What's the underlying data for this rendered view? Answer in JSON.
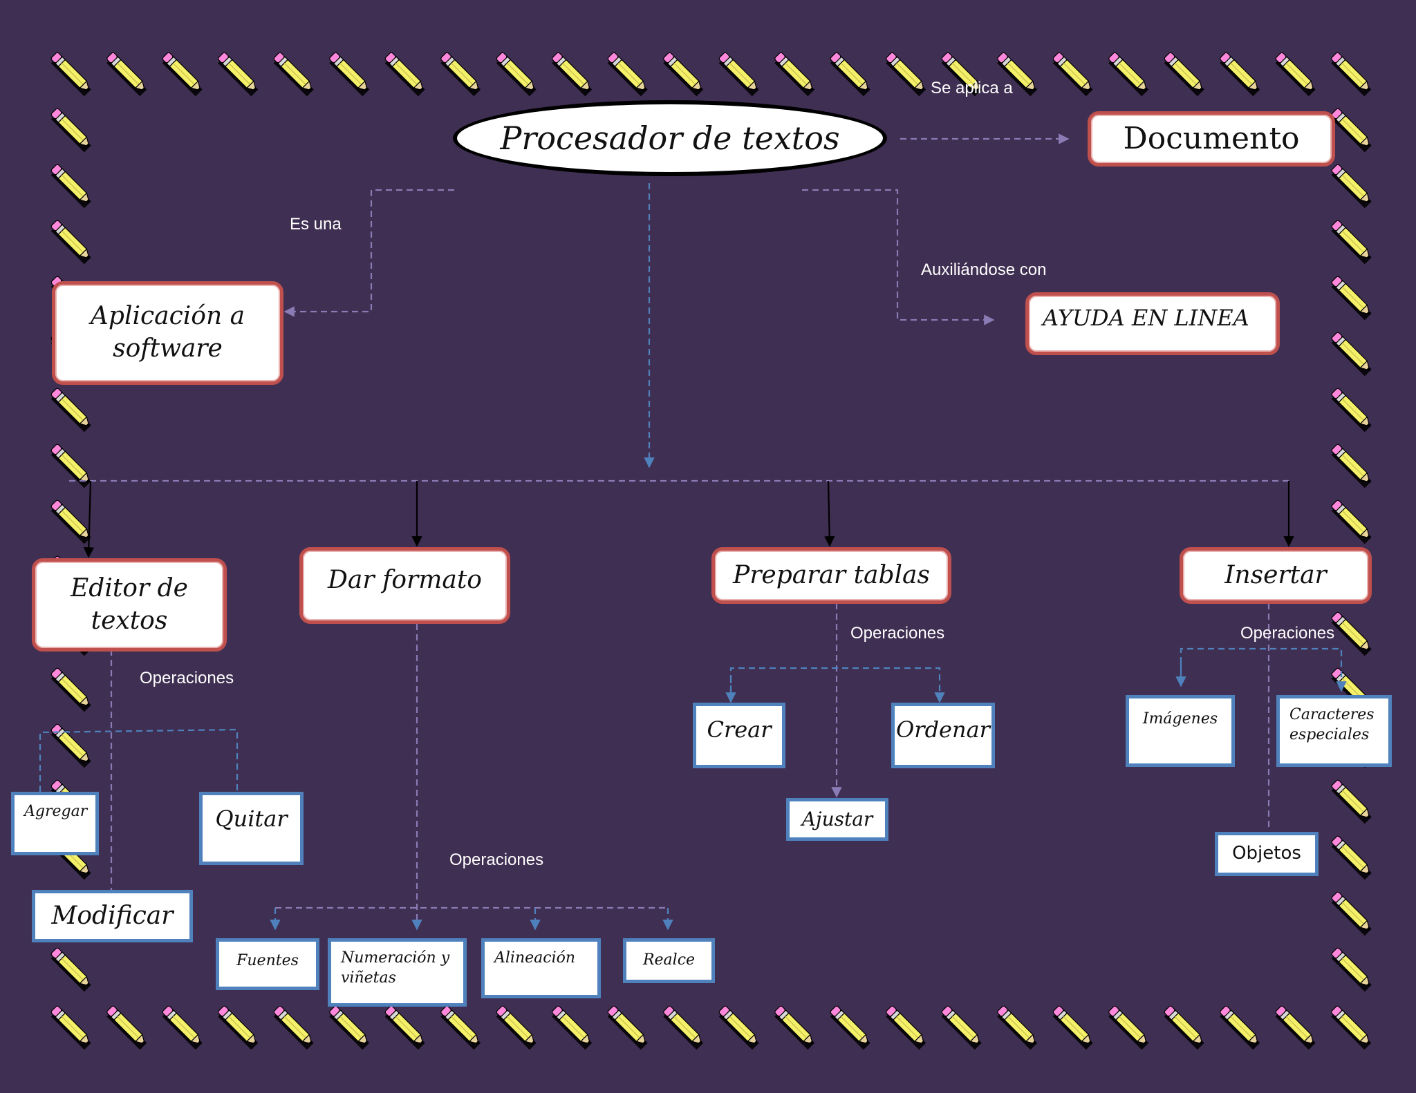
{
  "colors": {
    "background": "#3f2f52",
    "node_border_red": "#c0504d",
    "node_border_blue": "#4f81bd",
    "connector_purple": "#8b7bb5",
    "connector_blue": "#4f81bd",
    "connector_black": "#000000",
    "label_text": "#ffffff"
  },
  "border_icon": "pencil-icon",
  "nodes": {
    "main": "Procesador de textos",
    "documento": "Documento",
    "aplicacion": "Aplicación a software",
    "ayuda": "AYUDA EN LINEA",
    "editor": "Editor de textos",
    "formato": "Dar formato",
    "tablas": "Preparar tablas",
    "insertar": "Insertar",
    "agregar": "Agregar",
    "quitar": "Quitar",
    "modificar": "Modificar",
    "fuentes": "Fuentes",
    "numeracion": "Numeración y viñetas",
    "alineacion": "Alineación",
    "realce": "Realce",
    "crear": "Crear",
    "ordenar": "Ordenar",
    "ajustar": "Ajustar",
    "imagenes": "Imágenes",
    "caracteres": "Caracteres especiales",
    "objetos": "Objetos"
  },
  "labels": {
    "se_aplica": "Se aplica a",
    "es_una": "Es una",
    "auxiliandose": "Auxiliándose con",
    "op_editor": "Operaciones",
    "op_formato": "Operaciones",
    "op_tablas": "Operaciones",
    "op_insertar": "Operaciones"
  }
}
